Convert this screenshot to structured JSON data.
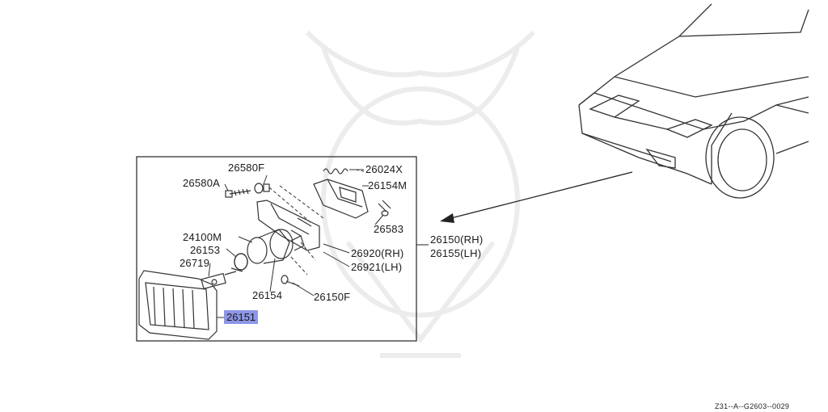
{
  "diagram": {
    "labels": {
      "l26580f": "26580F",
      "l26024x": "26024X",
      "l26580a": "26580A",
      "l26154m": "26154M",
      "l26583": "26583",
      "l24100m": "24100M",
      "l26153": "26153",
      "l26719": "26719",
      "l26920rh": "26920(RH)",
      "l26921lh": "26921(LH)",
      "l26154": "26154",
      "l26150f": "26150F",
      "l26150rh": "26150(RH)",
      "l26155lh": "26155(LH)",
      "l26151": "26151"
    },
    "highlight_color": "#8d96e6",
    "diagram_code": "Z31--A--G2603--0029"
  }
}
